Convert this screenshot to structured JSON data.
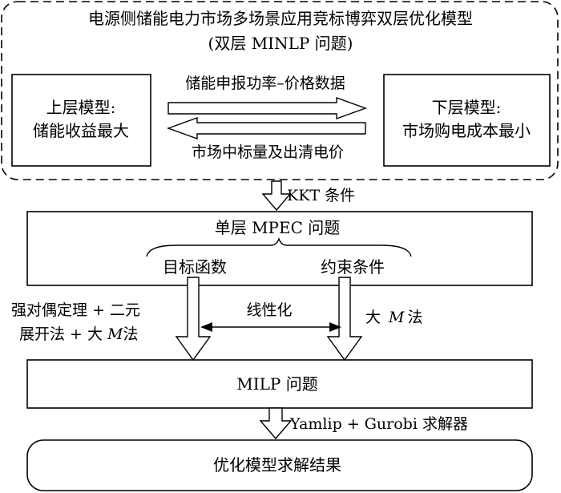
{
  "bilevel": {
    "title_line1": "电源侧储能电力市场多场景应用竞标博弈双层优化模型",
    "title_line2": "(双层 MINLP 问题)",
    "upper_line1": "上层模型:",
    "upper_line2": "储能收益最大",
    "lower_line1": "下层模型:",
    "lower_line2": "市场购电成本最小",
    "arrow_right_label": "储能申报功率–价格数据",
    "arrow_left_label": "市场中标量及出清电价"
  },
  "kkt_label": "KKT 条件",
  "mpec": {
    "title": "单层 MPEC 问题",
    "objective": "目标函数",
    "constraints": "约束条件"
  },
  "left_method_line1": "强对偶定理 + 二元",
  "left_method_line2": "展开法 + 大",
  "left_method_m": "M",
  "left_method_suffix": "法",
  "linearize_label": "线性化",
  "right_method_prefix": "大 ",
  "right_method_m": "M",
  "right_method_suffix": "法",
  "milp": {
    "title": "MILP 问题"
  },
  "solver_label": "Yamlip + Gurobi 求解器",
  "result": {
    "title": "优化模型求解结果"
  }
}
